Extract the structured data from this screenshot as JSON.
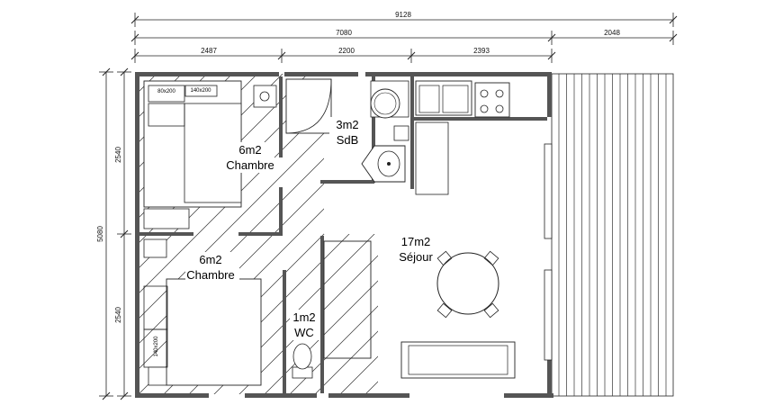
{
  "dimensions": {
    "total_width": "9128",
    "inner_width": "7080",
    "deck_width": "2048",
    "seg_left": "2487",
    "seg_middle": "2200",
    "seg_right": "2393",
    "total_height": "5080",
    "upper_height": "2540",
    "lower_height": "2540"
  },
  "rooms": {
    "chambre_top": {
      "area": "6m2",
      "name": "Chambre"
    },
    "sdb": {
      "area": "3m2",
      "name": "SdB"
    },
    "chambre_bottom": {
      "area": "6m2",
      "name": "Chambre"
    },
    "wc": {
      "area": "1m2",
      "name": "WC"
    },
    "sejour": {
      "area": "17m2",
      "name": "Séjour"
    }
  },
  "bed_label": "140x200",
  "small_bed_label": "80x200"
}
